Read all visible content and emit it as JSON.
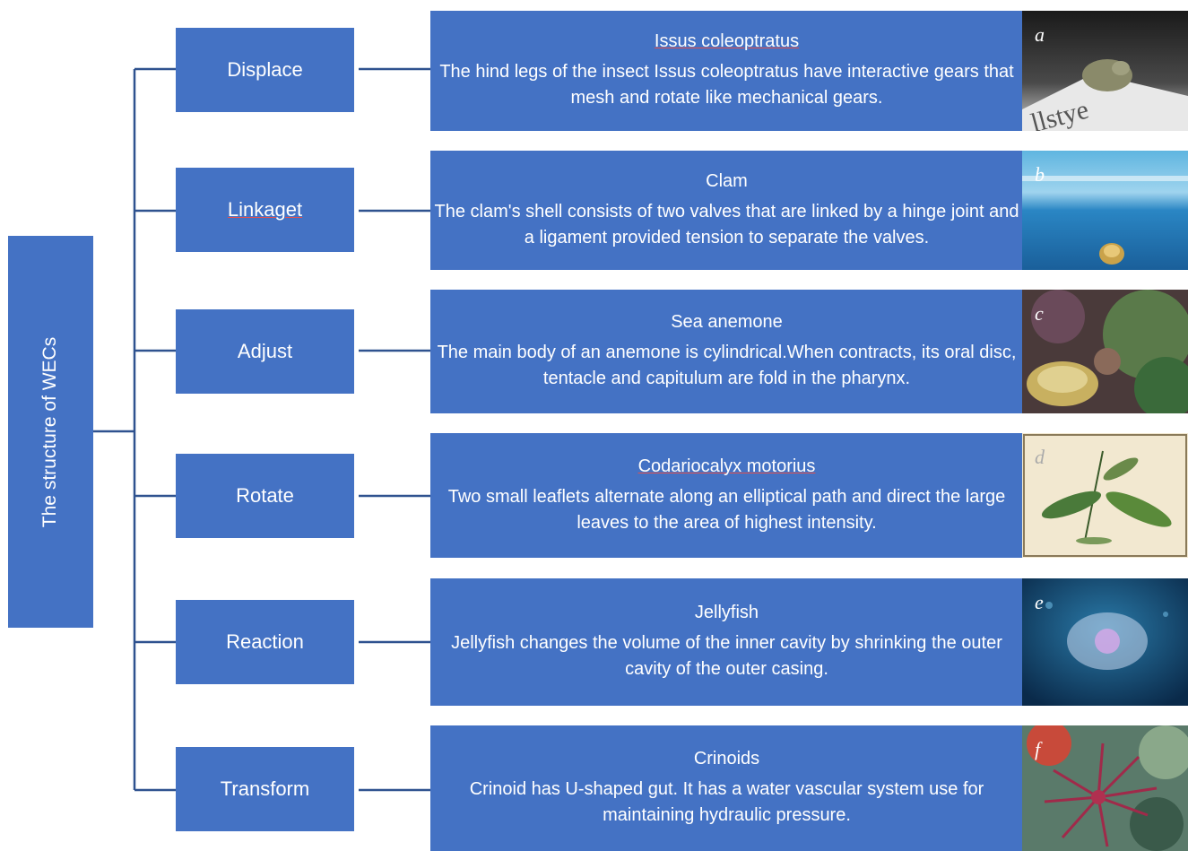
{
  "root": {
    "label": "The structure of WECs"
  },
  "categories": [
    {
      "label": "Displace"
    },
    {
      "label": "Linkaget"
    },
    {
      "label": "Adjust"
    },
    {
      "label": "Rotate"
    },
    {
      "label": "Reaction"
    },
    {
      "label": "Transform"
    }
  ],
  "examples": [
    {
      "title": "Issus coleoptratus",
      "text": "The hind legs of the insect Issus coleoptratus have interactive gears that mesh and rotate like mechanical gears.",
      "letter": "a"
    },
    {
      "title": "Clam",
      "text": "The clam's shell consists of two valves that are linked by a hinge joint and a ligament provided tension to separate the valves.",
      "letter": "b"
    },
    {
      "title": "Sea anemone",
      "text": "The main body of an anemone is cylindrical.When contracts, its oral disc, tentacle and capitulum are fold in the pharynx.",
      "letter": "c"
    },
    {
      "title": "Codariocalyx motorius",
      "text": "Two small leaflets alternate along an elliptical path and direct the large leaves to the area of highest intensity.",
      "letter": "d"
    },
    {
      "title": "Jellyfish",
      "text": "Jellyfish changes the volume of the inner cavity by shrinking the outer cavity of the outer casing.",
      "letter": "e"
    },
    {
      "title": "Crinoids",
      "text": "Crinoid has U-shaped gut. It has a water vascular system use for maintaining hydraulic pressure.",
      "letter": "f"
    }
  ],
  "colors": {
    "box": "#4472c4",
    "connector": "#2f528f",
    "text": "#ffffff"
  }
}
